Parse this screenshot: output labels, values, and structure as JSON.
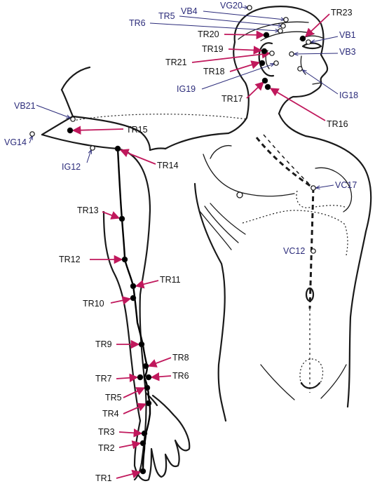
{
  "colors": {
    "tr_arrow": "#c0185c",
    "other_arrow": "#2b2b7a",
    "outline": "#1a1a1a",
    "meridian_point": "#000000",
    "open_point": "#ffffff"
  },
  "labels": {
    "VG20": "VG20",
    "VB4": "VB4",
    "TR5_head": "TR5",
    "TR6_head": "TR6",
    "TR20": "TR20",
    "TR19": "TR19",
    "TR21": "TR21",
    "TR18": "TR18",
    "IG19": "IG19",
    "TR17": "TR17",
    "TR23": "TR23",
    "VB1": "VB1",
    "VB3": "VB3",
    "IG18": "IG18",
    "TR16": "TR16",
    "VB21": "VB21",
    "VG14": "VG14",
    "TR15": "TR15",
    "IG12": "IG12",
    "TR14": "TR14",
    "VC17": "VC17",
    "VC12": "VC12",
    "TR13": "TR13",
    "TR12": "TR12",
    "TR11": "TR11",
    "TR10": "TR10",
    "TR9": "TR9",
    "TR8": "TR8",
    "TR7": "TR7",
    "TR6_arm": "TR6",
    "TR5_arm": "TR5",
    "TR4": "TR4",
    "TR3": "TR3",
    "TR2": "TR2",
    "TR1": "TR1"
  }
}
